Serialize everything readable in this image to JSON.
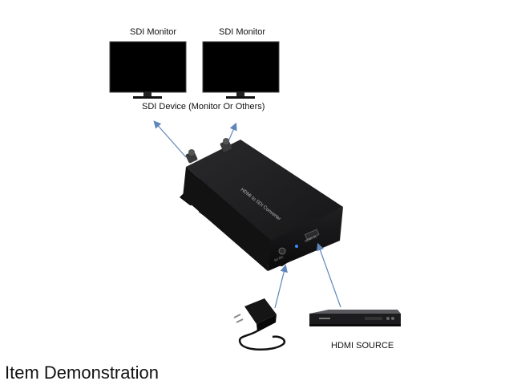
{
  "monitors": [
    {
      "label": "SDI Monitor"
    },
    {
      "label": "SDI Monitor"
    }
  ],
  "sdi_device_label": "SDI Device (Monitor Or Others)",
  "converter": {
    "top_label": "HDMI to SDI Converter",
    "hdmi_port_label": "HDMI IN",
    "power_label": "5V DC"
  },
  "hdmi_source_label": "HDMI SOURCE",
  "caption": "Item Demonstration",
  "colors": {
    "arrow": "#5f86b8",
    "device_body": "#1d1d1f",
    "device_front": "#0f0f10",
    "screen": "#000000",
    "power_led": "#3b8cff"
  }
}
